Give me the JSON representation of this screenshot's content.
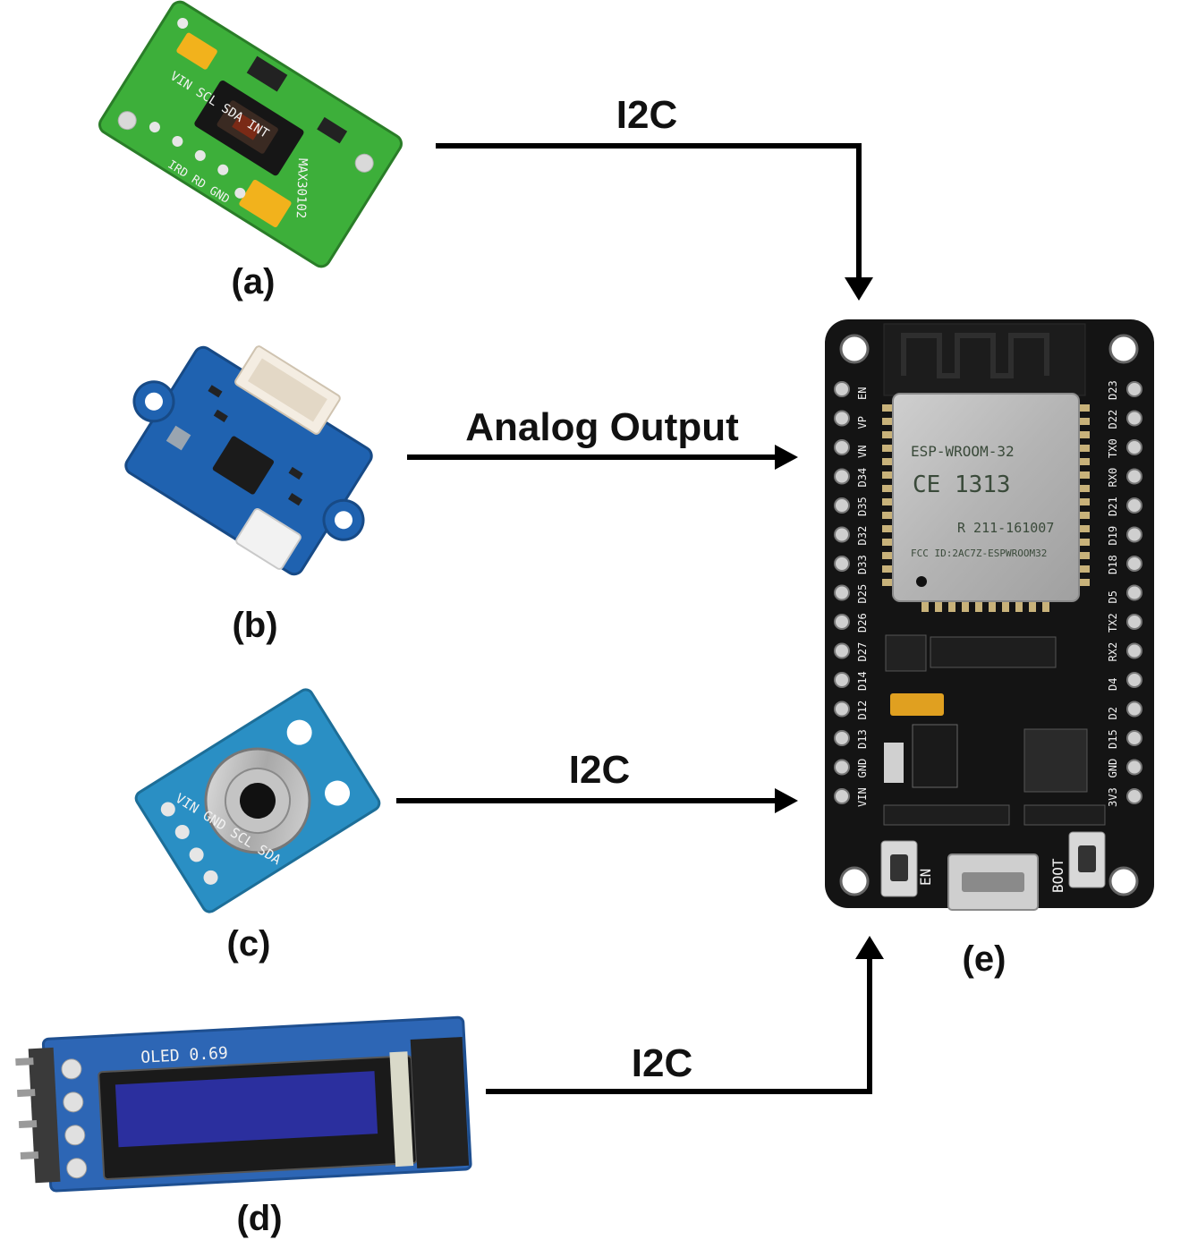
{
  "modules": {
    "a": {
      "caption": "(a)",
      "pins": [
        "VIN",
        "SCL",
        "SDA",
        "INT",
        "IRD",
        "RD",
        "GND"
      ],
      "chip": "MAX30102"
    },
    "b": {
      "caption": "(b)"
    },
    "c": {
      "caption": "(c)",
      "pins": [
        "VIN",
        "GND",
        "SCL",
        "SDA"
      ]
    },
    "d": {
      "caption": "(d)",
      "title": "OLED 0.69"
    },
    "e": {
      "caption": "(e)",
      "module_name": "ESP-WROOM-32",
      "ce_mark": "CE 1313",
      "cert_id": "R 211-161007",
      "fcc_id": "FCC ID:2AC7Z-ESPWROOM32",
      "left_pins": [
        "EN",
        "VP",
        "VN",
        "D34",
        "D35",
        "D32",
        "D33",
        "D25",
        "D26",
        "D27",
        "D14",
        "D12",
        "D13",
        "GND",
        "VIN"
      ],
      "right_pins": [
        "D23",
        "D22",
        "TX0",
        "RX0",
        "D21",
        "D19",
        "D18",
        "D5",
        "TX2",
        "RX2",
        "D4",
        "D2",
        "D15",
        "GND",
        "3V3"
      ],
      "en_button": "EN",
      "boot_button": "BOOT"
    }
  },
  "connections": [
    {
      "from": "a",
      "label": "I2C"
    },
    {
      "from": "b",
      "label": "Analog Output"
    },
    {
      "from": "c",
      "label": "I2C"
    },
    {
      "from": "d",
      "label": "I2C"
    }
  ],
  "colors": {
    "arrow": "#000000",
    "board_black": "#141414",
    "green_pcb": "#3cb043",
    "blue_pcb": "#1f62b0",
    "oled_screen": "#2b2f9e"
  }
}
